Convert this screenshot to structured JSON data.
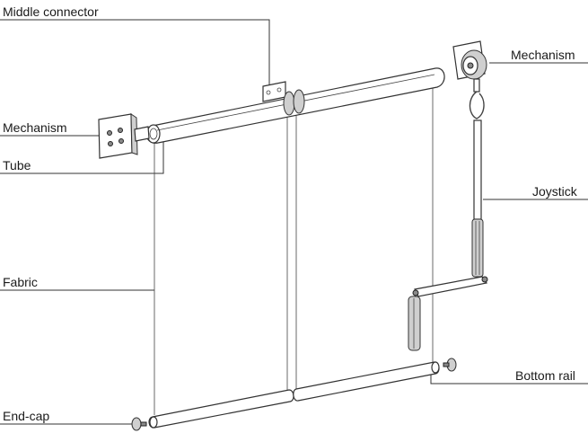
{
  "labels": {
    "middle_connector": "Middle connector",
    "mechanism_right": "Mechanism",
    "mechanism_left": "Mechanism",
    "tube": "Tube",
    "joystick": "Joystick",
    "fabric": "Fabric",
    "bottom_rail": "Bottom rail",
    "end_cap": "End-cap"
  }
}
